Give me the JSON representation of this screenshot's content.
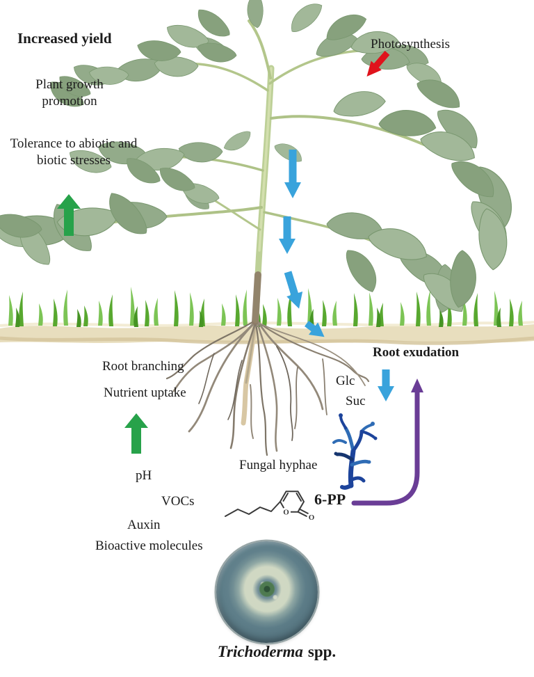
{
  "figure": {
    "title": "Trichoderma spp. and plant interaction diagram",
    "labels": {
      "increased_yield": "Increased yield",
      "plant_growth_line1": "Plant growth",
      "plant_growth_line2": "promotion",
      "photosynthesis": "Photosynthesis",
      "tolerance_line1": "Tolerance to abiotic and",
      "tolerance_line2": "biotic stresses",
      "root_branching": "Root branching",
      "nutrient_uptake": "Nutrient uptake",
      "root_exudation": "Root exudation",
      "glc": "Glc",
      "suc": "Suc",
      "fungal_hyphae": "Fungal hyphae",
      "ph": "pH",
      "vocs": "VOCs",
      "auxin": "Auxin",
      "bioactive_molecules": "Bioactive molecules",
      "six_pp": "6-PP",
      "trichoderma_genus": "Trichoderma",
      "trichoderma_species": "spp."
    },
    "molecule": {
      "name": "6-pentyl-2H-pyran-2-one structure",
      "ring_oxygen": "O",
      "carbonyl_oxygen": "O"
    },
    "colors": {
      "green_arrow": "#27a24a",
      "blue_arrow": "#39a3dc",
      "red_arrow": "#e0131c",
      "purple_arrow": "#6a3d96",
      "grass_green": "#58a82f",
      "soil_beige": "#e8debe",
      "hyphae_blue": "#1d449b",
      "petri_dish_teal": "#5e7e89"
    }
  }
}
